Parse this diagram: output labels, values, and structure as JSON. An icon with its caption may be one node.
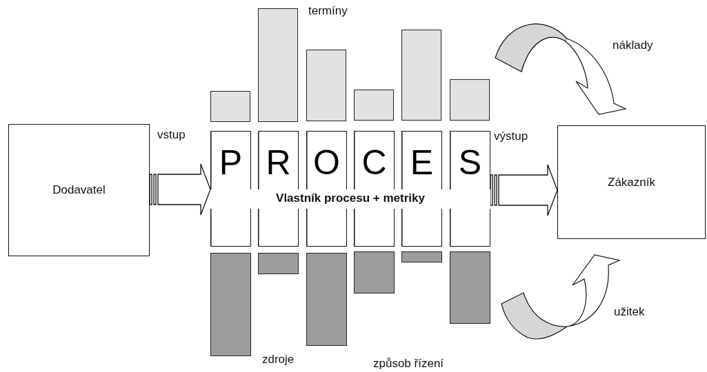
{
  "diagram": {
    "nodes": [
      {
        "text": [
          "Dodavatel"
        ]
      },
      {
        "text": [
          "P"
        ]
      },
      {
        "text": [
          "R"
        ]
      },
      {
        "text": [
          "O"
        ]
      },
      {
        "text": [
          "C"
        ]
      },
      {
        "text": [
          "E"
        ]
      },
      {
        "text": [
          "S"
        ]
      },
      {
        "text": [
          "Zákazník"
        ]
      },
      {
        "text": [],
        "shape": "bar"
      },
      {
        "text": [],
        "shape": "bar"
      },
      {
        "text": [],
        "shape": "bar"
      },
      {
        "text": [],
        "shape": "bar"
      },
      {
        "text": [],
        "shape": "bar"
      },
      {
        "text": [],
        "shape": "bar"
      },
      {
        "text": [],
        "shape": "bar"
      },
      {
        "text": [],
        "shape": "bar"
      },
      {
        "text": [],
        "shape": "bar"
      },
      {
        "text": [],
        "shape": "bar"
      },
      {
        "text": [],
        "shape": "bar"
      },
      {
        "text": [],
        "shape": "bar"
      }
    ],
    "edges": [
      {
        "from": 0,
        "to": 1,
        "arrow": "to",
        "label": "vstup"
      },
      {
        "from": 6,
        "to": 7,
        "arrow": "to",
        "label": "výstup"
      }
    ],
    "labels": [
      "termíny",
      "náklady",
      "Vlastník procesu + metriky",
      "užitek",
      "zdroje",
      "způsob řízení"
    ]
  }
}
